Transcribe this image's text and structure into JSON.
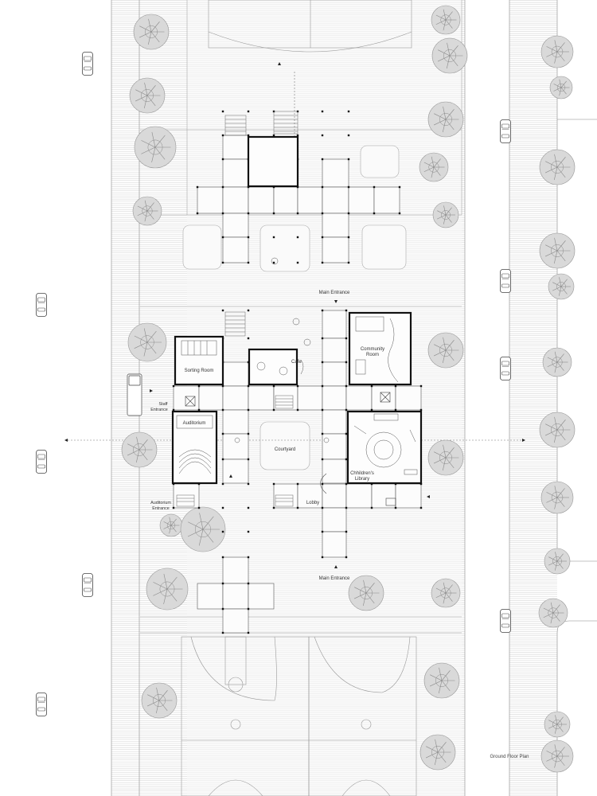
{
  "plan": {
    "title": "Ground Floor Plan",
    "rooms": {
      "sorting_room": "Sorting Room",
      "cafe": "Cafe",
      "community_room_line1": "Community",
      "community_room_line2": "Room",
      "auditorium": "Auditorium",
      "courtyard": "Courtyard",
      "childrens_library_line1": "Chhildren's",
      "childrens_library_line2": "Library",
      "lobby": "Lobby"
    },
    "entrances": {
      "main_top": "Main Entrance",
      "main_bottom": "Main Entrance",
      "staff_line1": "Staff",
      "staff_line2": "Entrance",
      "auditorium_line1": "Auditorium",
      "auditorium_line2": "Entrance"
    }
  },
  "colors": {
    "paper": "#ffffff",
    "ground_hatch": "#c9c9c9",
    "pavement": "#f4f4f4",
    "grid_line": "#555555",
    "wall": "#111111",
    "tree_fill": "#d6d6d6",
    "tree_stroke": "#9a9a9a",
    "dash": "#777777"
  },
  "icons": [
    "tree-icon",
    "car-icon",
    "arrow-up-icon",
    "arrow-down-icon",
    "arrow-left-icon",
    "arrow-right-icon",
    "stair-icon",
    "elevator-icon"
  ]
}
